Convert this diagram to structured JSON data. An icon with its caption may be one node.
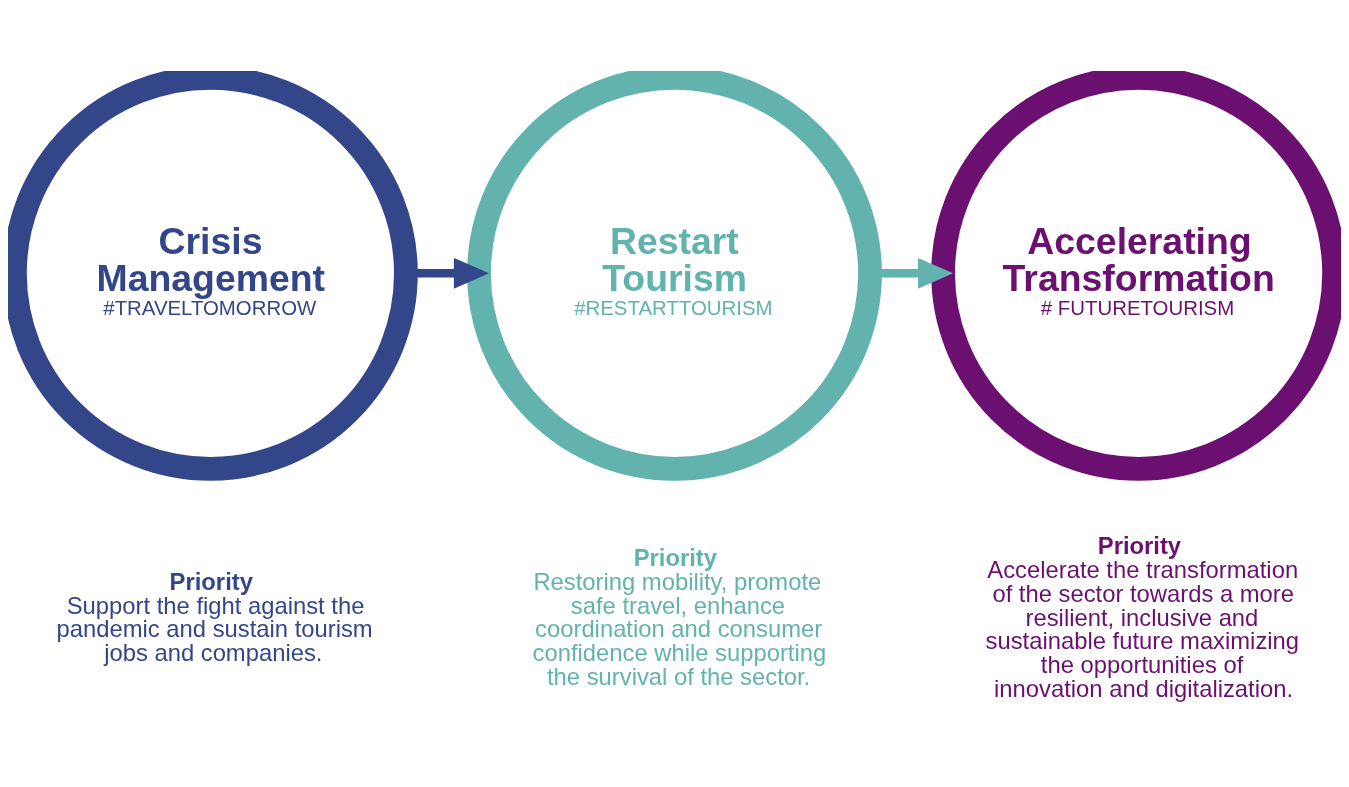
{
  "diagram": {
    "nodes": [
      {
        "text": [
          "Crisis Management",
          "#TRAVELTOMORROW"
        ],
        "beside": [
          "Priority",
          "Support the fight against the pandemic and sustain tourism jobs and companies."
        ]
      },
      {
        "text": [
          "Restart Tourism",
          "#RESTARTTOURISM"
        ],
        "beside": [
          "Priority",
          "Restoring mobility, promote safe travel, enhance coordination and consumer confidence while supporting the survival of the sector."
        ]
      },
      {
        "text": [
          "Accelerating Transformation",
          "# FUTURETOURISM"
        ],
        "beside": [
          "Priority",
          "Accelerate the transformation of the sector towards a more resilient, inclusive and sustainable future maximizing the opportunities of innovation and digitalization."
        ]
      }
    ],
    "edges": [
      {
        "from": 0,
        "to": 1,
        "arrow": "to",
        "color": "#34468a"
      },
      {
        "from": 1,
        "to": 2,
        "arrow": "to",
        "color": "#62b3ad"
      }
    ]
  }
}
